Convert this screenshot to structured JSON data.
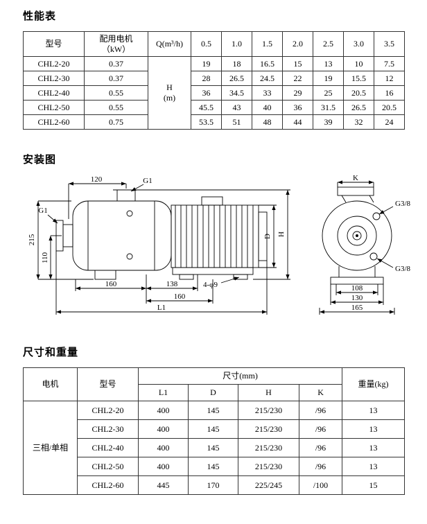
{
  "sections": {
    "performance": "性能表",
    "installation": "安装图",
    "dimensions": "尺寸和重量"
  },
  "performance_table": {
    "headers": {
      "model": "型号",
      "motor": "配用电机\n（kW）",
      "q": "Q(m³/h)",
      "flows": [
        "0.5",
        "1.0",
        "1.5",
        "2.0",
        "2.5",
        "3.0",
        "3.5"
      ]
    },
    "h_label": "H\n(m)",
    "rows": [
      {
        "model": "CHL2-20",
        "power": "0.37",
        "values": [
          "19",
          "18",
          "16.5",
          "15",
          "13",
          "10",
          "7.5"
        ]
      },
      {
        "model": "CHL2-30",
        "power": "0.37",
        "values": [
          "28",
          "26.5",
          "24.5",
          "22",
          "19",
          "15.5",
          "12"
        ]
      },
      {
        "model": "CHL2-40",
        "power": "0.55",
        "values": [
          "36",
          "34.5",
          "33",
          "29",
          "25",
          "20.5",
          "16"
        ]
      },
      {
        "model": "CHL2-50",
        "power": "0.55",
        "values": [
          "45.5",
          "43",
          "40",
          "36",
          "31.5",
          "26.5",
          "20.5"
        ]
      },
      {
        "model": "CHL2-60",
        "power": "0.75",
        "values": [
          "53.5",
          "51",
          "48",
          "44",
          "39",
          "32",
          "24"
        ]
      }
    ]
  },
  "diagram": {
    "side_view": {
      "dim_top_width": "120",
      "g1_top": "G1",
      "g1_left": "G1",
      "dim_height_total": "215",
      "dim_height_axis": "110",
      "dim_foot_1": "160",
      "dim_foot_2": "138",
      "holes": "4-φ9",
      "dim_foot_3": "160",
      "dim_length": "L1",
      "dim_motor_d": "D",
      "dim_h": "H"
    },
    "front_view": {
      "dim_k": "K",
      "g38_upper": "G3/8",
      "g38_lower": "G3/8",
      "dim_base_1": "108",
      "dim_base_2": "130",
      "dim_base_3": "165"
    }
  },
  "dimension_table": {
    "headers": {
      "motor": "电机",
      "model": "型号",
      "size": "尺寸(mm)",
      "weight": "重量(kg)",
      "cols": [
        "L1",
        "D",
        "H",
        "K"
      ]
    },
    "motor_type": "三相/单相",
    "rows": [
      {
        "model": "CHL2-20",
        "l1": "400",
        "d": "145",
        "h": "215/230",
        "k": "/96",
        "weight": "13"
      },
      {
        "model": "CHL2-30",
        "l1": "400",
        "d": "145",
        "h": "215/230",
        "k": "/96",
        "weight": "13"
      },
      {
        "model": "CHL2-40",
        "l1": "400",
        "d": "145",
        "h": "215/230",
        "k": "/96",
        "weight": "13"
      },
      {
        "model": "CHL2-50",
        "l1": "400",
        "d": "145",
        "h": "215/230",
        "k": "/96",
        "weight": "13"
      },
      {
        "model": "CHL2-60",
        "l1": "445",
        "d": "170",
        "h": "225/245",
        "k": "/100",
        "weight": "15"
      }
    ]
  }
}
